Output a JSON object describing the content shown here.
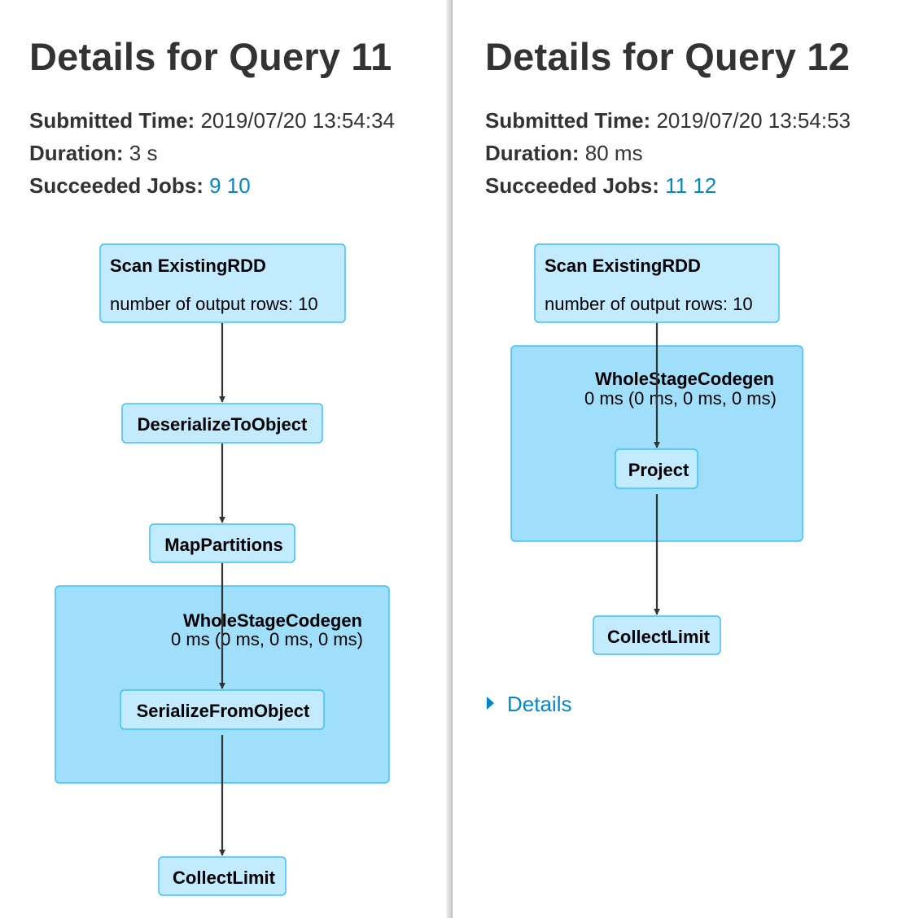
{
  "queries": [
    {
      "title": "Details for Query 11",
      "submitted_label": "Submitted Time:",
      "submitted_value": "2019/07/20 13:54:34",
      "duration_label": "Duration:",
      "duration_value": "3 s",
      "jobs_label": "Succeeded Jobs:",
      "jobs": [
        "9",
        "10"
      ],
      "plan": {
        "scan_title": "Scan ExistingRDD",
        "scan_metric": "number of output rows: 10",
        "deserialize": "DeserializeToObject",
        "map_partitions": "MapPartitions",
        "codegen_title": "WholeStageCodegen",
        "codegen_metric": "0 ms (0 ms, 0 ms, 0 ms)",
        "serialize": "SerializeFromObject",
        "collect_limit": "CollectLimit"
      }
    },
    {
      "title": "Details for Query 12",
      "submitted_label": "Submitted Time:",
      "submitted_value": "2019/07/20 13:54:53",
      "duration_label": "Duration:",
      "duration_value": "80 ms",
      "jobs_label": "Succeeded Jobs:",
      "jobs": [
        "11",
        "12"
      ],
      "plan": {
        "scan_title": "Scan ExistingRDD",
        "scan_metric": "number of output rows: 10",
        "codegen_title": "WholeStageCodegen",
        "codegen_metric": "0 ms (0 ms, 0 ms, 0 ms)",
        "project": "Project",
        "collect_limit": "CollectLimit"
      },
      "details_link": "Details"
    }
  ],
  "colors": {
    "link": "#0088cc",
    "node_fill": "#c3ebff",
    "codegen_fill": "#a0dffc",
    "node_border": "#3ec0ff",
    "edge": "#333333"
  },
  "icons": {
    "details_toggle": "triangle-right-icon"
  }
}
